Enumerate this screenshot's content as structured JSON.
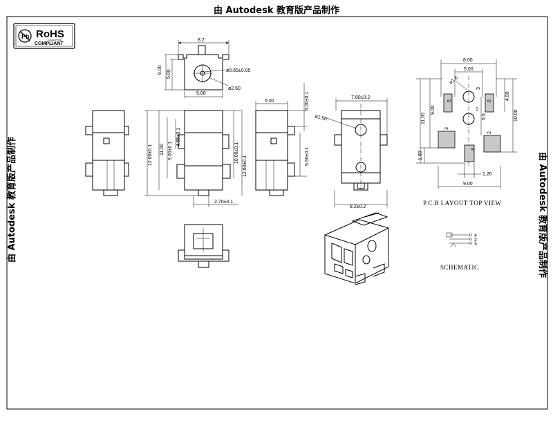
{
  "watermark": {
    "top": "由 Autodesk 教育版产品制作",
    "left": "由 Autodesk 教育版产品制作",
    "right": "由 Autodesk 教育版产品制作"
  },
  "rohs": {
    "title": "RoHS",
    "subtitle": "COMPLIANT",
    "small": "LEAD FREE"
  },
  "top_view": {
    "width_label": "8.2",
    "height_6": "6.00",
    "height_5": "5.00",
    "bottom_label": "5.00",
    "hole_label": "ø0.65±0.05",
    "hole2_label": "ø2.60"
  },
  "front_view": {
    "total_h": "12.00±0.1",
    "h11": "11.00",
    "h9": "9.00±0.1",
    "h455": "4.55±0.1",
    "h10": "10.00±0.1",
    "h126": "12.60±0.1",
    "bottom": "2.70±0.1"
  },
  "right_view": {
    "top": "5.00",
    "h3": "3.00±0.1",
    "h55": "5.50±0.1"
  },
  "hole_view": {
    "top": "7.60±0.2",
    "hole": "ø1.50",
    "bottom": "8.2±0.2"
  },
  "pcb": {
    "caption": "P.C.B LAYOUT TOP VIEW",
    "w8": "8.00",
    "w5": "5.00",
    "d16": "ø1.6",
    "h11": "11.00",
    "h9": "9.00",
    "h45": "4.50",
    "h10": "10.00",
    "h55": "5.5",
    "h18": "1.80",
    "w12": "1.20",
    "w9": "9.00",
    "pin1": "1",
    "pin2": "2",
    "pin3": "3",
    "pin4": "4",
    "pin5a": "5",
    "pin5b": "5"
  },
  "schematic": {
    "caption": "SCHEMATIC",
    "p4": "4",
    "p2": "2",
    "p3": "3"
  }
}
